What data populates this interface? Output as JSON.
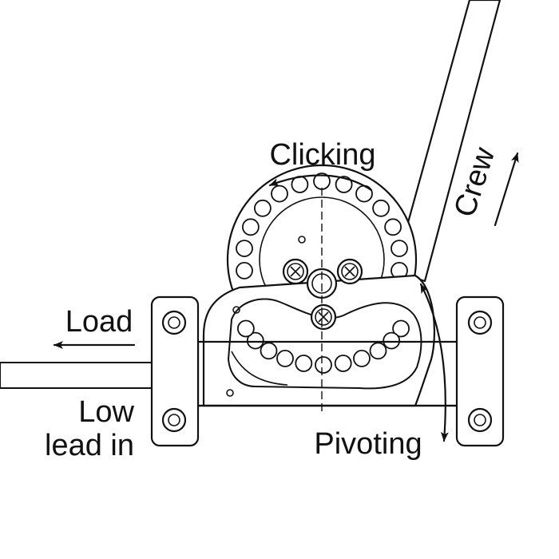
{
  "labels": {
    "clicking": "Clicking",
    "crew": "Crew",
    "load": "Load",
    "low_lead_line1": "Low",
    "low_lead_line2": "lead in",
    "pivoting": "Pivoting"
  }
}
